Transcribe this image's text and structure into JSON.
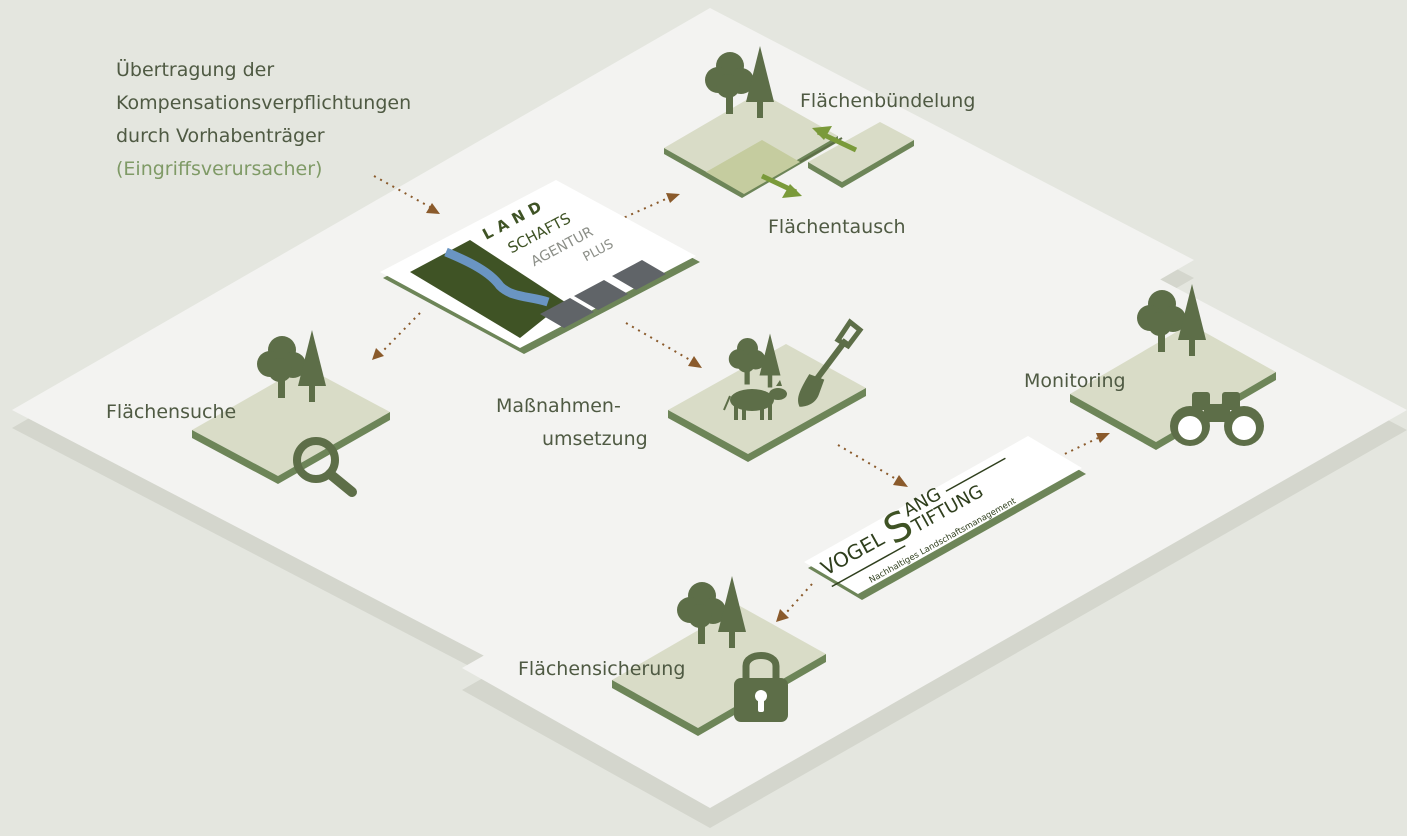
{
  "colors": {
    "background": "#e4e6df",
    "platform_top": "#f3f3f1",
    "platform_side": "#d4d6cd",
    "tile_top": "#d9dcc7",
    "tile_side": "#6d8558",
    "icon": "#5d6e48",
    "text": "#4f5a43",
    "accent_text": "#7f9a66",
    "arrow_dots": "#8a5a2b",
    "logo_dark": "#3f5325",
    "logo_river": "#6a95c2",
    "logo_square": "#606468",
    "exchange_arrow": "#7a9a3a"
  },
  "intro": {
    "line1": "Übertragung der",
    "line2": "Kompensationsverpflichtungen",
    "line3": "durch Vorhabenträger",
    "line4": "(Eingriffsverursacher)"
  },
  "landschaftsagentur_logo": {
    "word1": "LAND",
    "word2": "SCHAFTS",
    "word3": "AGENTUR",
    "word4": "PLUS"
  },
  "vogelsang_logo": {
    "text_left": "VOGEL",
    "big_letter": "S",
    "text_upper": "ANG",
    "text_lower": "TIFTUNG",
    "subtitle": "Nachhaltiges Landschaftsmanagement"
  },
  "steps": {
    "buendelung": "Flächenbündelung",
    "tausch": "Flächentausch",
    "suche": "Flächensuche",
    "massnahmen_line1": "Maßnahmen-",
    "massnahmen_line2": "umsetzung",
    "monitoring": "Monitoring",
    "sicherung": "Flächensicherung"
  },
  "icons": {
    "search": "magnifier-icon",
    "lock": "padlock-icon",
    "binoculars": "binoculars-icon",
    "shovel": "shovel-icon",
    "cow": "cow-icon",
    "trees": "tree-icon"
  }
}
